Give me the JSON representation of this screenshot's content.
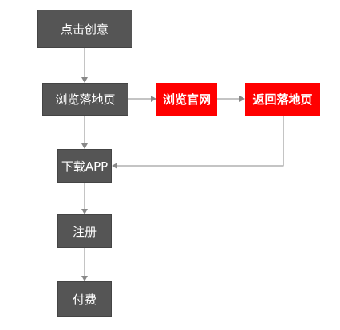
{
  "nodes": {
    "click_creative": "点击创意",
    "browse_landing": "浏览落地页",
    "browse_official": "浏览官网",
    "return_landing": "返回落地页",
    "download_app": "下载APP",
    "register": "注册",
    "pay": "付费"
  },
  "colors": {
    "node_dark": "#555555",
    "node_accent": "#ff0000",
    "connector": "#888888"
  }
}
